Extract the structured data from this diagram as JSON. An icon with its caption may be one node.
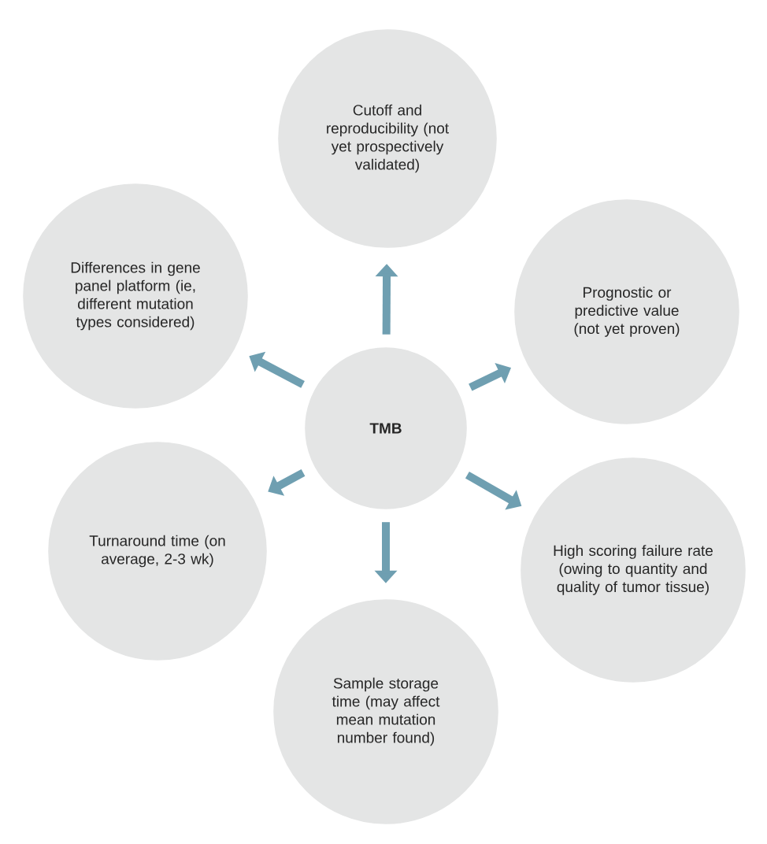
{
  "diagram": {
    "nodes": [
      {
        "text": [
          "Cutoff and reproducibility (not yet prospectively validated)"
        ]
      },
      {
        "text": [
          "Differences in gene panel platform (ie, different mutation types considered)"
        ]
      },
      {
        "text": [
          "Prognostic or predictive value (not yet proven)"
        ]
      },
      {
        "text": [
          "TMB"
        ]
      },
      {
        "text": [
          "Turnaround time (on average, 2-3 wk)"
        ]
      },
      {
        "text": [
          "High scoring failure rate (owing to quantity and quality of tumor tissue)"
        ]
      },
      {
        "text": [
          "Sample storage time (may affect mean mutation number found)"
        ]
      }
    ],
    "edges": [
      {
        "from": 3,
        "to": 0,
        "arrow": "to"
      },
      {
        "from": 3,
        "to": 1,
        "arrow": "to"
      },
      {
        "from": 3,
        "to": 2,
        "arrow": "to"
      },
      {
        "from": 3,
        "to": 4,
        "arrow": "to"
      },
      {
        "from": 3,
        "to": 5,
        "arrow": "to"
      },
      {
        "from": 3,
        "to": 6,
        "arrow": "to"
      }
    ]
  }
}
